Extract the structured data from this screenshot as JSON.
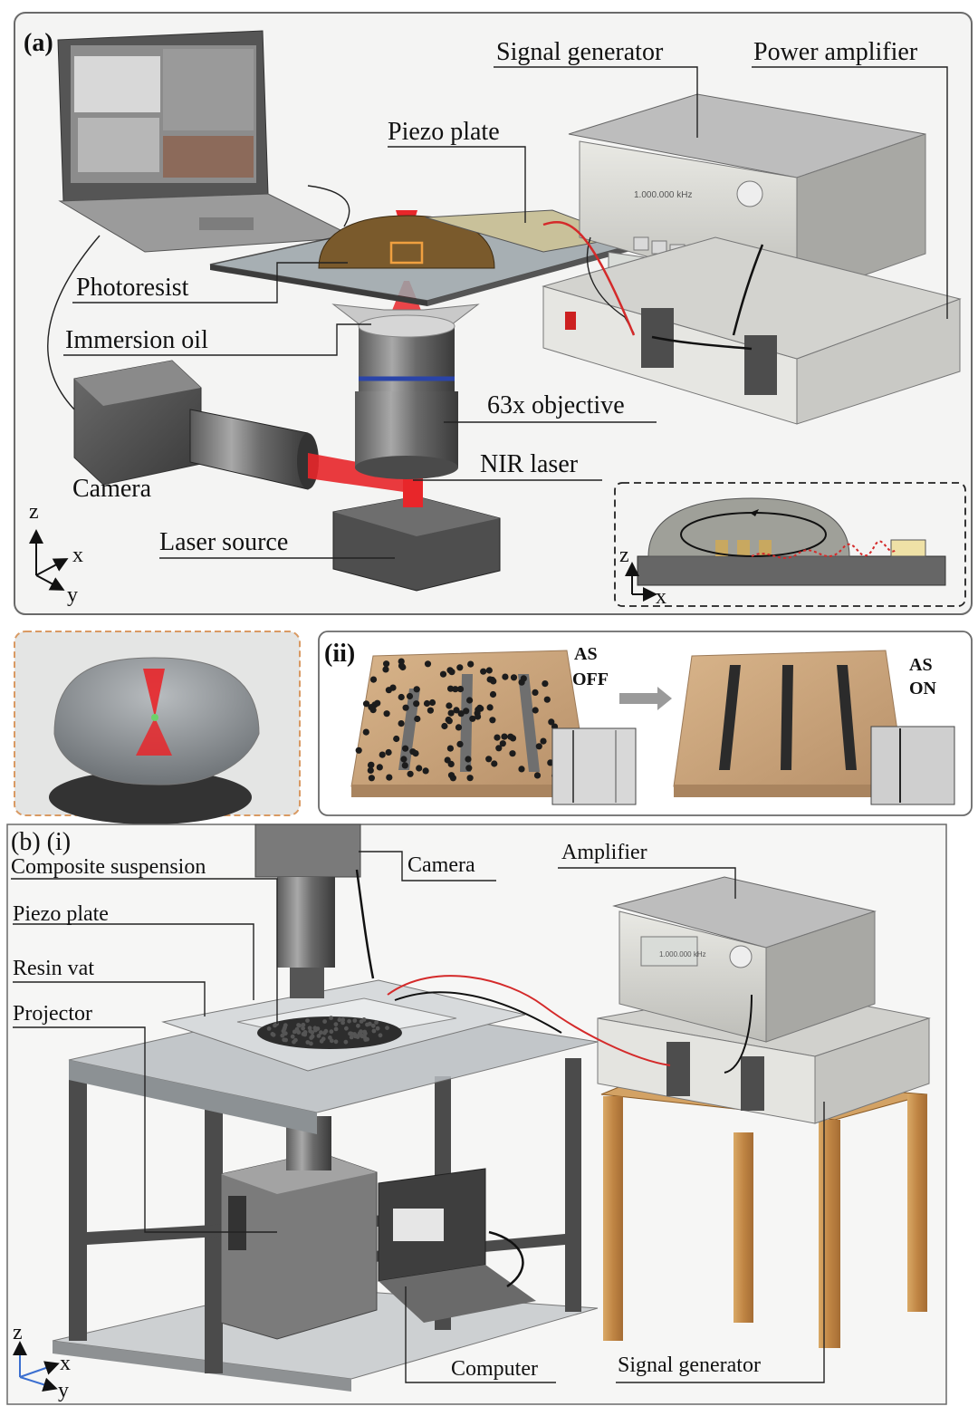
{
  "panel_a": {
    "tag": "(a)",
    "labels": {
      "signal_generator": "Signal generator",
      "power_amplifier": "Power amplifier",
      "piezo_plate": "Piezo plate",
      "photoresist": "Photoresist",
      "immersion_oil": "Immersion oil",
      "objective": "63x objective",
      "nir_laser": "NIR laser",
      "camera": "Camera",
      "laser_source": "Laser source"
    },
    "device_display": "1.000.000 kHz",
    "axes": {
      "z": "z",
      "x": "x",
      "y": "y"
    },
    "inset_axes": {
      "z": "z",
      "x": "x"
    }
  },
  "panel_ii": {
    "tag": "(ii)",
    "state_off": [
      "AS",
      "OFF"
    ],
    "state_on": [
      "AS",
      "ON"
    ]
  },
  "panel_b": {
    "tag": "(b) (i)",
    "labels": {
      "composite_suspension": "Composite suspension",
      "piezo_plate": "Piezo plate",
      "resin_vat": "Resin vat",
      "projector": "Projector",
      "camera": "Camera",
      "amplifier": "Amplifier",
      "computer": "Computer",
      "signal_generator": "Signal generator"
    },
    "device_display": "1.000.000 kHz",
    "axes": {
      "z": "z",
      "x": "x",
      "y": "y"
    }
  },
  "colors": {
    "laser_red": "#e8262a",
    "photoresist_brown": "#7a5a2c",
    "device_gray": "#cfd0cc",
    "wood": "#c8944f",
    "inset_border": "#d99a63",
    "substrate_tan": "#caa47a"
  }
}
